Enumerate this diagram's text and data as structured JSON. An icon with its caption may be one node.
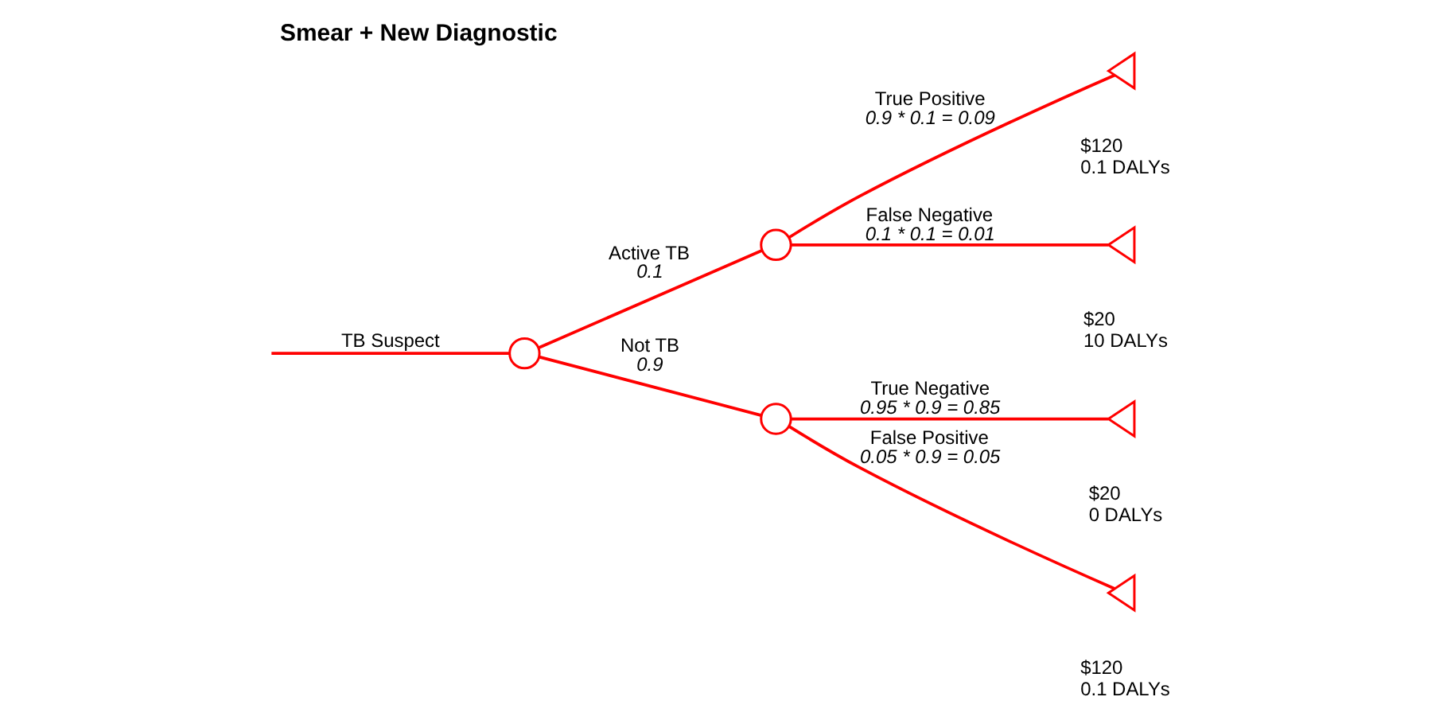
{
  "diagram": {
    "title": "Smear + New Diagnostic",
    "nodes": [
      {
        "text": [],
        "shape": "circle"
      },
      {
        "text": [],
        "shape": "circle"
      },
      {
        "text": [],
        "shape": "circle"
      },
      {
        "text": [],
        "shape": "triangle",
        "beside": [
          "$120",
          "0.1 DALYs"
        ]
      },
      {
        "text": [],
        "shape": "triangle",
        "beside": [
          "$20",
          "10 DALYs"
        ]
      },
      {
        "text": [],
        "shape": "triangle",
        "beside": [
          "$20",
          "0 DALYs"
        ]
      },
      {
        "text": [],
        "shape": "triangle",
        "beside": [
          "$120",
          "0.1 DALYs"
        ]
      }
    ],
    "edges": [
      {
        "from": null,
        "to": 0,
        "arrow": "none",
        "label": "TB Suspect"
      },
      {
        "from": 0,
        "to": 1,
        "arrow": "none",
        "label": "Active TB"
      },
      {
        "from": 0,
        "to": 2,
        "arrow": "none",
        "label": "Not TB"
      },
      {
        "from": 1,
        "to": 3,
        "arrow": "none",
        "label": "True Positive"
      },
      {
        "from": 1,
        "to": 4,
        "arrow": "none",
        "label": "False Negative"
      },
      {
        "from": 2,
        "to": 5,
        "arrow": "none",
        "label": "True Negative"
      },
      {
        "from": 2,
        "to": 6,
        "arrow": "none",
        "label": "False Positive"
      }
    ],
    "labels": [
      "0.1",
      "0.9",
      "0.9 * 0.1 = 0.09",
      "0.1 * 0.1 = 0.01",
      "0.95 * 0.9 = 0.85",
      "0.05 * 0.9 = 0.05"
    ]
  }
}
